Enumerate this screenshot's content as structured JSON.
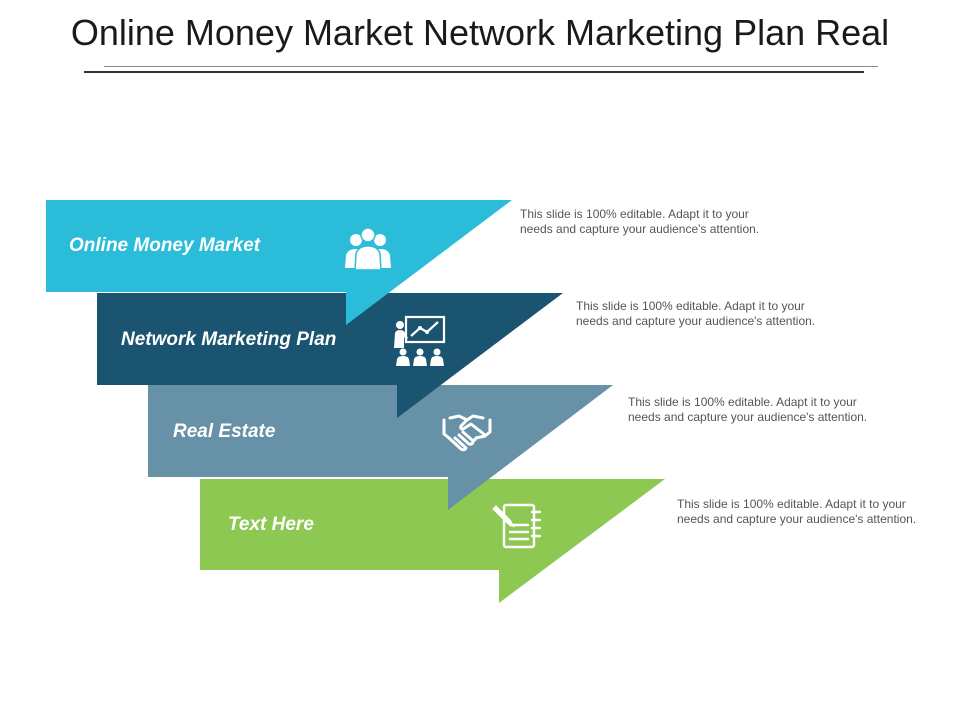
{
  "title": "Online Money Market Network Marketing Plan Real",
  "colors": {
    "step1": "#2abcd9",
    "step2": "#1b5470",
    "step3": "#6691a6",
    "step4": "#8dc853"
  },
  "steps": [
    {
      "label": "Online Money Market",
      "icon": "people-group-icon",
      "description": "This slide is 100% editable. Adapt it to your needs and capture your audience's attention."
    },
    {
      "label": "Network Marketing Plan",
      "icon": "presentation-audience-icon",
      "description": "This slide is 100% editable. Adapt it to your needs and capture your audience's attention."
    },
    {
      "label": "Real Estate",
      "icon": "handshake-icon",
      "description": "This slide is 100% editable. Adapt it to your needs and capture your audience's attention."
    },
    {
      "label": "Text Here",
      "icon": "notepad-icon",
      "description": "This slide is 100% editable. Adapt it to your needs and capture your audience's attention."
    }
  ]
}
